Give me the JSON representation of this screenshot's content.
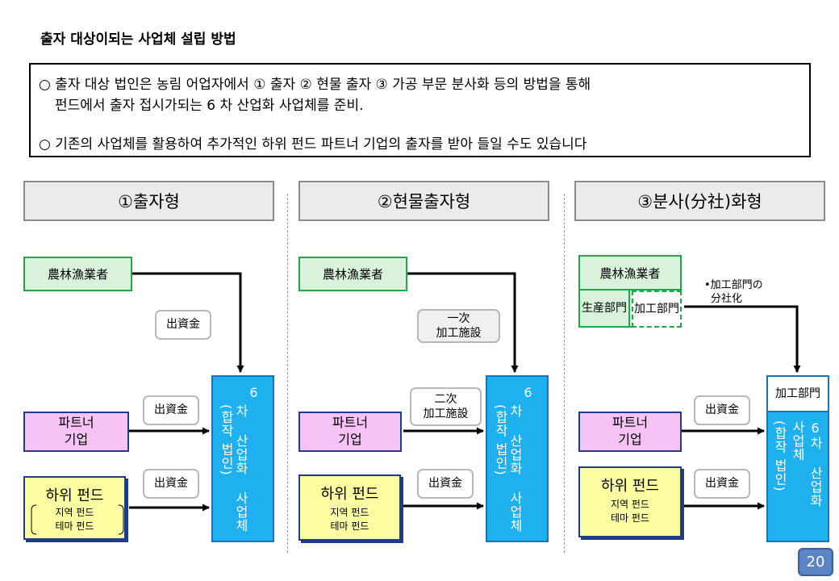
{
  "title": "출자 대상이되는 사업체 설립 방법",
  "summary": {
    "line1": "○ 출자 대상 법인은 농림 어업자에서 ① 출자 ② 현물 출자 ③ 가공 부문 분사화 등의 방법을 통해",
    "line2": "펀드에서 출자 접시가되는 6 차 산업화 사업체를 준비.",
    "line3": "○ 기존의 사업체를 활용하여 추가적인 하위 펀드 파트너 기업의 출자를 받아 들일 수도 있습니다"
  },
  "columns": [
    {
      "header": "①출자형",
      "producer": "農林漁業者",
      "producer_label": "出資金",
      "partner_line1": "파트너",
      "partner_line2": "기업",
      "partner_label": "出資金",
      "fund_main": "하위 펀드",
      "fund_sub1": "지역 펀드",
      "fund_sub2": "테마 펀드",
      "fund_label": "出資金",
      "entity_col1": "6",
      "entity_col2": "차 산업화 사업체",
      "entity_col3": "(합작 법인)"
    },
    {
      "header": "②현물출자형",
      "producer": "農林漁業者",
      "producer_label_line1": "一次",
      "producer_label_line2": "加工施設",
      "partner_line1": "파트너",
      "partner_line2": "기업",
      "partner_label_line1": "二次",
      "partner_label_line2": "加工施設",
      "fund_main": "하위 펀드",
      "fund_sub1": "지역 펀드",
      "fund_sub2": "테마 펀드",
      "fund_label": "出資金",
      "entity_col1": "6",
      "entity_col2": "차 산업화 사업체",
      "entity_col3": "(합작 법인)"
    },
    {
      "header": "③분사(分社)화형",
      "producer": "農林漁業者",
      "dept_prod": "生産部門",
      "dept_proc": "加工部門",
      "note_line1": "•加工部門の",
      "note_line2": "分社化",
      "partner_line1": "파트너",
      "partner_line2": "기업",
      "partner_label": "出資金",
      "fund_main": "하위 펀드",
      "fund_sub1": "지역 펀드",
      "fund_sub2": "테마 펀드",
      "fund_label": "出資金",
      "entity_top": "加工部門",
      "entity_col1": "6차 산업화",
      "entity_col2": "사업체",
      "entity_col3": "(합작 법인)"
    }
  ],
  "page_number": "20"
}
